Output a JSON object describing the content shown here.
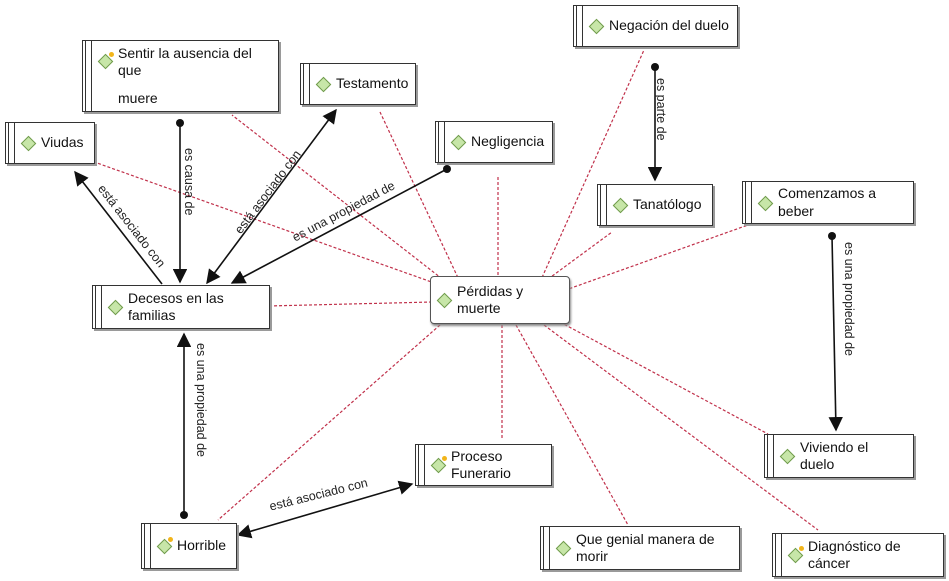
{
  "colors": {
    "dashed_link": "#c0304a",
    "arrow_link": "#111111"
  },
  "nodes": {
    "center": {
      "label": "Pérdidas y muerte"
    },
    "sentir": {
      "label_line1": "Sentir la ausencia del que",
      "label_line2": "muere"
    },
    "negacion": {
      "label": "Negación del duelo"
    },
    "testamento": {
      "label": "Testamento"
    },
    "viudas": {
      "label": "Viudas"
    },
    "negligencia": {
      "label": "Negligencia"
    },
    "tanatologo": {
      "label": "Tanatólogo"
    },
    "comenzamos": {
      "label": "Comenzamos a beber"
    },
    "decesos": {
      "label": "Decesos en las familias"
    },
    "viviendo": {
      "label": "Viviendo el duelo"
    },
    "proceso": {
      "label": "Proceso Funerario"
    },
    "horrible": {
      "label": "Horrible"
    },
    "genial": {
      "label": "Que genial manera de morir"
    },
    "cancer": {
      "label": "Diagnóstico de cáncer"
    }
  },
  "links": {
    "es_causa_de": "es causa de",
    "asociado_testamento": "está asociado con",
    "propiedad_negligencia": "es una propiedad de",
    "asociado_viudas": "está asociado con",
    "parte_de": "es parte de",
    "propiedad_comenzamos": "es una propiedad de",
    "propiedad_horrible": "es una propiedad de",
    "asociado_proceso": "está asociado con"
  }
}
